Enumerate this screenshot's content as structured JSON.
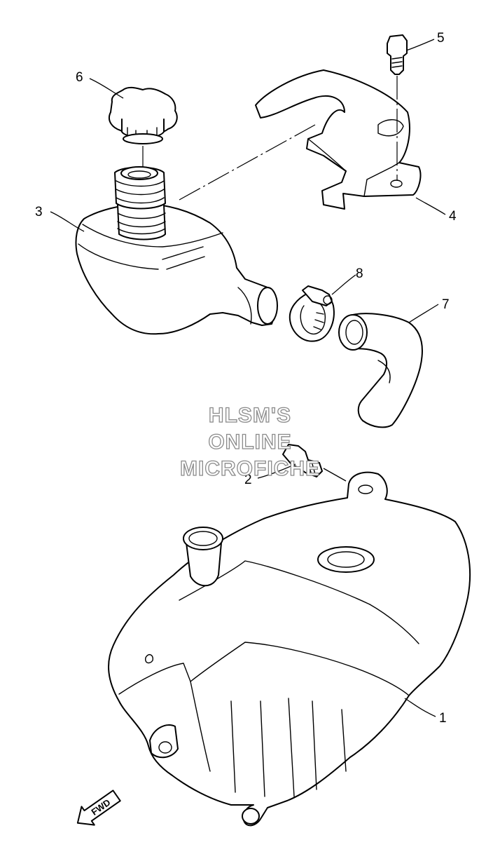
{
  "callouts": {
    "c1": "1",
    "c2": "2",
    "c3": "3",
    "c4": "4",
    "c5": "5",
    "c6": "6",
    "c7": "7",
    "c8": "8"
  },
  "watermark": {
    "line1": "HLSM'S",
    "line2": "ONLINE",
    "line3": "MICROFICHE"
  },
  "direction_arrow": {
    "label": "FWD"
  },
  "colors": {
    "line": "#000000",
    "watermark_outline": "#8a8a8a",
    "background": "#ffffff"
  }
}
